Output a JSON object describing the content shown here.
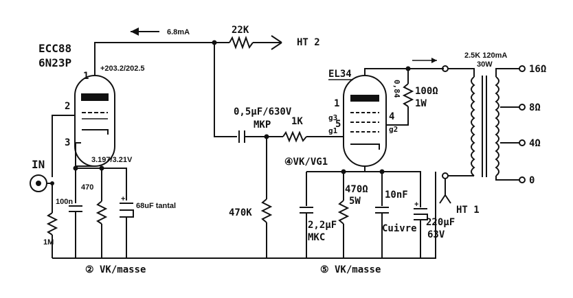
{
  "labels": {
    "tube1_name_1": "ECC88",
    "tube1_name_2": "6N23P",
    "current": "6.8mA",
    "r_22k": "22K",
    "ht2": "HT 2",
    "anode_voltage": "+203.2/202.5",
    "pin1": "1",
    "pin2": "2",
    "pin3": "3",
    "cathode_voltage": "3.197/3.21V",
    "in": "IN",
    "c_100n": "100n",
    "r_470": "470",
    "c_68uf": "68uF tantal",
    "r_1m": "1M",
    "node2": "② VK/masse",
    "tube2_name": "EL34",
    "c_coupling": "0,5µF/630V",
    "mkp": "MKP",
    "r_1k": "1K",
    "pin_g3": "g3",
    "pin_g1": "g1",
    "pin5": "5",
    "pin1b": "1",
    "pin4": "4",
    "pin_g2": "g2",
    "r_100": "100Ω",
    "w_1": "1W",
    "vk_vg1": "④VK/VG1",
    "r_470k": "470K",
    "r_470_5w": "470Ω",
    "w_5": "5W",
    "c_10nf": "10nF",
    "cuivre": "Cuivre",
    "c_2u2": "2,2µF",
    "mkc": "MKC",
    "c_220uf": "220µF",
    "v_63": "63V",
    "node5": "⑤ VK/masse",
    "xfmr_1": "2.5K 120mA",
    "xfmr_2": "30W",
    "tap_16": "16Ω",
    "tap_8": "8Ω",
    "tap_4": "4Ω",
    "tap_0": "0",
    "ht1": "HT 1",
    "el34_side": "0,84"
  }
}
